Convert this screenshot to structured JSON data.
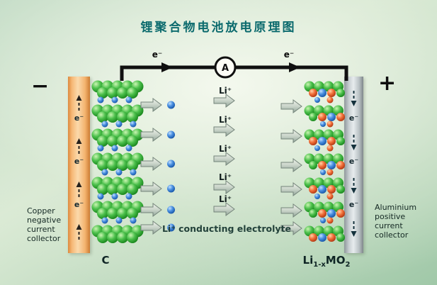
{
  "title": "锂聚合物电池放电原理图",
  "ammeter": {
    "label": "A"
  },
  "circuit": {
    "electron_left": "e⁻",
    "electron_right": "e⁻"
  },
  "left_side": {
    "sign": "−",
    "collector_caption": "Copper\nnegative\ncurrent\ncollector",
    "electron_labels": [
      "e⁻",
      "e⁻",
      "e⁻"
    ],
    "electrode_label": "C"
  },
  "right_side": {
    "sign": "+",
    "collector_caption": "Aluminium\npositive\ncurrent\ncollector",
    "electron_labels": [
      "e⁻",
      "e⁻",
      "e⁻"
    ],
    "electrode_label": {
      "base1": "Li",
      "sub1": "1-x",
      "base2": "MO",
      "sub2": "2"
    }
  },
  "electrolyte": {
    "ion_labels": [
      "Li⁺",
      "Li⁺",
      "Li⁺",
      "Li⁺",
      "Li⁺"
    ],
    "caption": "Li⁺ conducting electrolyte"
  },
  "colors": {
    "title": "#0b6a6d",
    "copper_collector": "#f2a862",
    "aluminium_collector": "#b9c0c3",
    "carbon_sphere": "#2fae2f",
    "lithium_ion_sphere": "#2f6fd0",
    "metal_oxide_sphere": "#e85a2a",
    "wire": "#101010"
  }
}
